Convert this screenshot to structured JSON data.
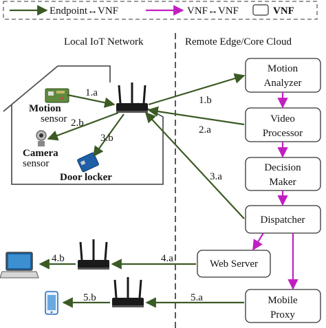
{
  "legend": {
    "endpoint_vnf": "Endpoint↔VNF",
    "vnf_vnf": "VNF↔VNF",
    "vnf": "VNF"
  },
  "sections": {
    "local": "Local IoT Network",
    "remote": "Remote Edge/Core Cloud"
  },
  "devices": {
    "motion": "Motion",
    "motion_sub": "sensor",
    "camera": "Camera",
    "camera_sub": "sensor",
    "door": "Door locker"
  },
  "vnfs": {
    "motion_analyzer": [
      "Motion",
      "Analyzer"
    ],
    "video_processor": [
      "Video",
      "Processor"
    ],
    "decision_maker": [
      "Decision",
      "Maker"
    ],
    "dispatcher": [
      "Dispatcher"
    ],
    "web_server": [
      "Web Server"
    ],
    "mobile_proxy": [
      "Mobile",
      "Proxy"
    ]
  },
  "edge_labels": {
    "e1a": "1.a",
    "e1b": "1.b",
    "e2a": "2.a",
    "e2b": "2.b",
    "e3a": "3.a",
    "e3b": "3.b",
    "e4a": "4.a",
    "e4b": "4.b",
    "e5a": "5.a",
    "e5b": "5.b"
  },
  "colors": {
    "endpoint_edge": "#3b5a24",
    "vnf_edge": "#c21fc2",
    "box_stroke": "#333333"
  },
  "icons": [
    "wifi-router-icon",
    "laptop-icon",
    "smartphone-icon",
    "motion-sensor-board-icon",
    "camera-sensor-icon",
    "arduino-board-icon"
  ]
}
